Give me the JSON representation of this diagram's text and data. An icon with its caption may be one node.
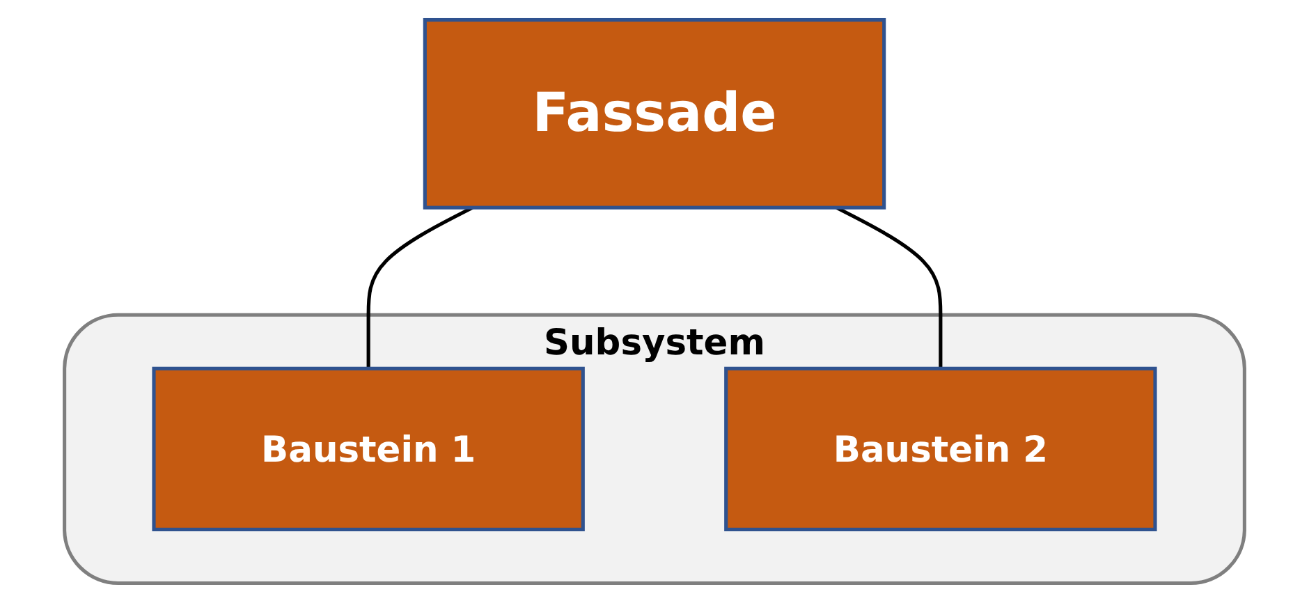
{
  "diagram": {
    "nodes": [
      {
        "text": [
          "Fassade"
        ]
      },
      {
        "text": [
          "Subsystem"
        ]
      },
      {
        "text": [
          "Baustein 1"
        ],
        "in": 1
      },
      {
        "text": [
          "Baustein 2"
        ],
        "in": 1
      }
    ],
    "edges": [
      {
        "from": 0,
        "to": 2,
        "arrow": "none"
      },
      {
        "from": 0,
        "to": 3,
        "arrow": "none"
      }
    ]
  }
}
